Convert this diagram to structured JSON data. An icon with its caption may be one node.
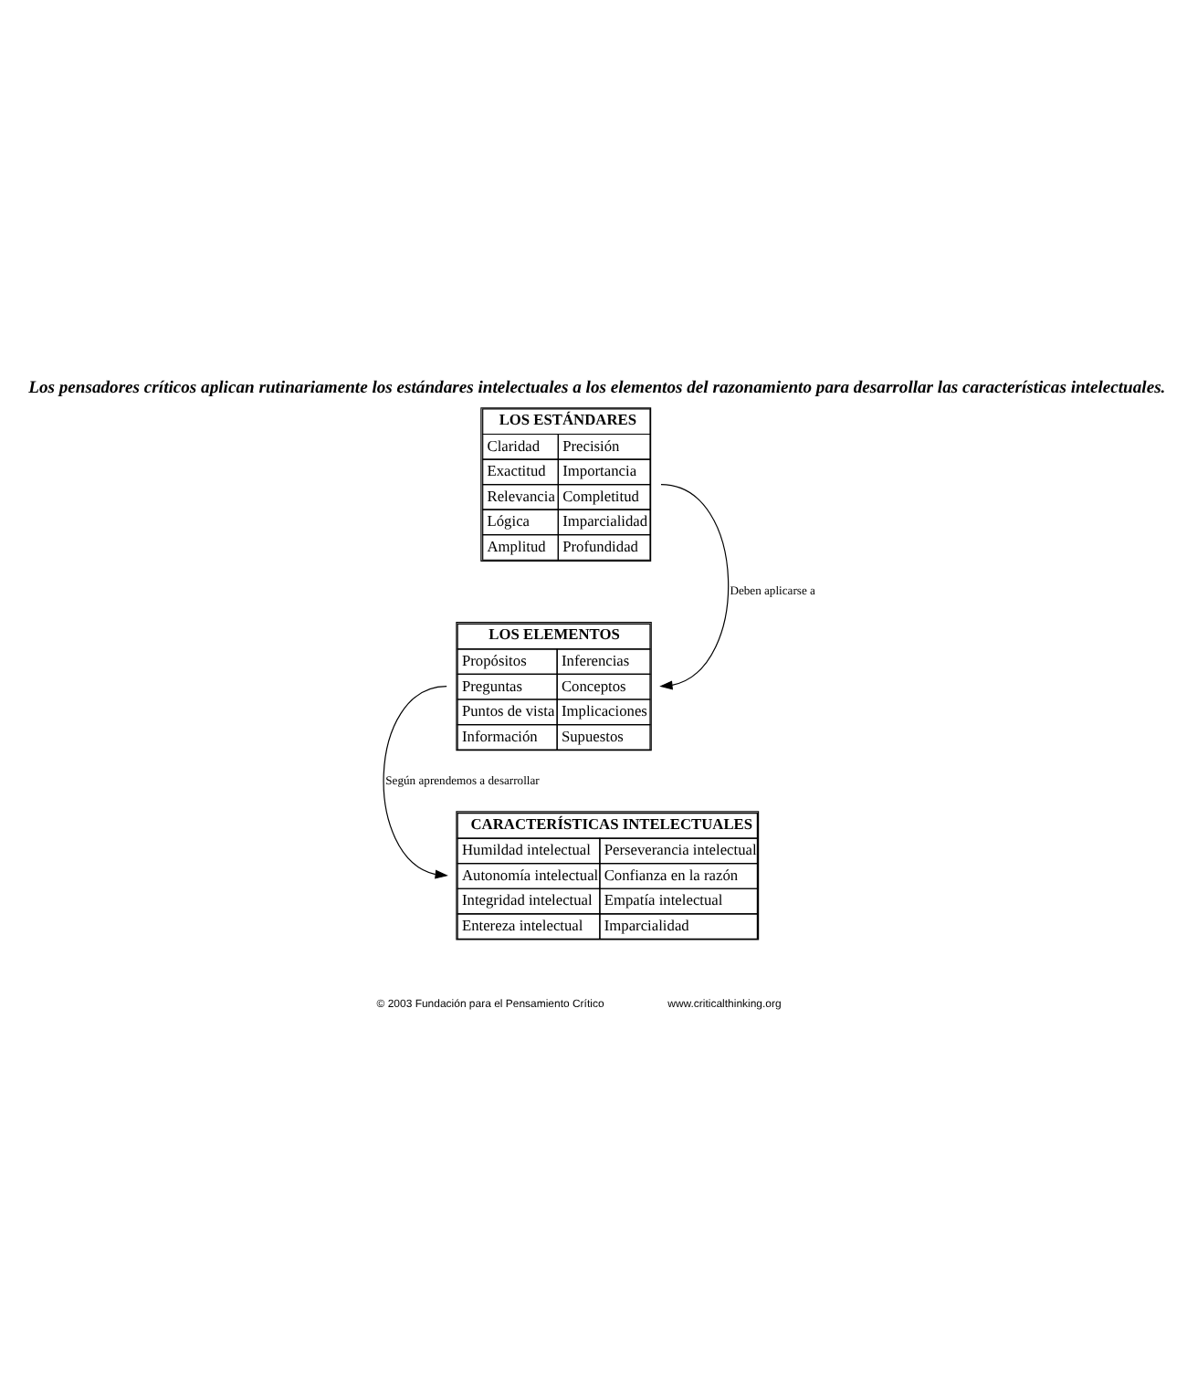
{
  "diagram": {
    "title": "Los pensadores críticos aplican rutinariamente los estándares intelectuales a los elementos del razonamiento para desarrollar las características intelectuales.",
    "nodes": [
      {
        "text": [
          "LOS ESTÁNDARES",
          "Claridad",
          "Precisión",
          "Exactitud",
          "Importancia",
          "Relevancia",
          "Completitud",
          "Lógica",
          "Imparcialidad",
          "Amplitud",
          "Profundidad"
        ]
      },
      {
        "text": [
          "LOS ELEMENTOS",
          "Propósitos",
          "Inferencias",
          "Preguntas",
          "Conceptos",
          "Puntos de vista",
          "Implicaciones",
          "Información",
          "Supuestos"
        ]
      },
      {
        "text": [
          "CARACTERÍSTICAS INTELECTUALES",
          "Humildad intelectual",
          "Perseverancia intelectual",
          "Autonomía intelectual",
          "Confianza en la razón",
          "Integridad intelectual",
          "Empatía intelectual",
          "Entereza intelectual",
          "Imparcialidad"
        ]
      }
    ],
    "edges": [
      {
        "from": 0,
        "to": 1,
        "arrow": "to",
        "label": "Deben aplicarse a"
      },
      {
        "from": 1,
        "to": 2,
        "arrow": "to",
        "label": "Según aprendemos a desarrollar"
      }
    ],
    "labels": [
      "© 2003 Fundación para el Pensamiento Crítico",
      "www.criticalthinking.org"
    ]
  }
}
